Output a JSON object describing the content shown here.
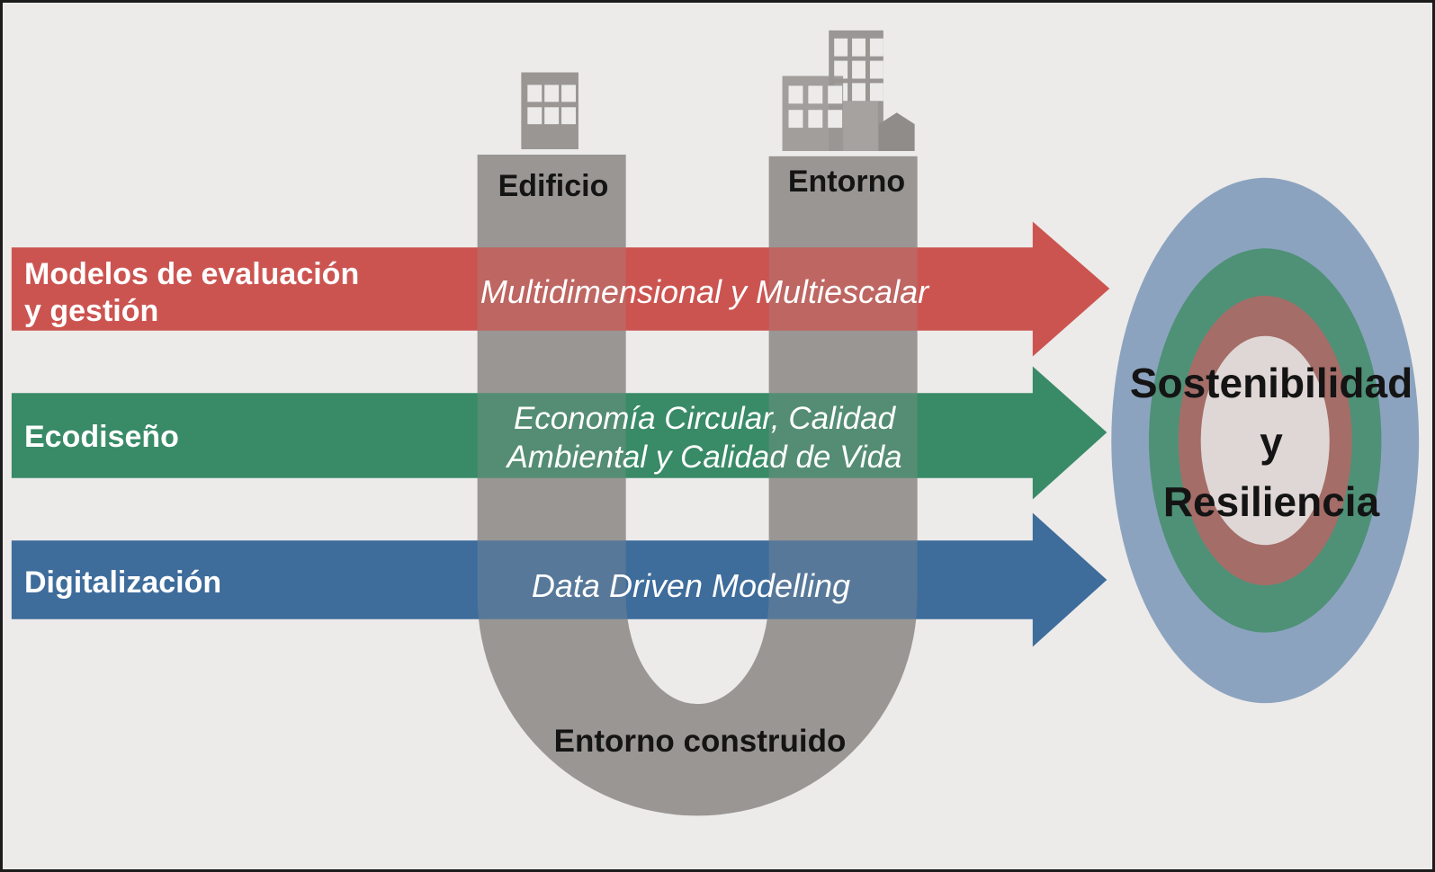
{
  "css_vars": {
    "bg": "#ECEBEA",
    "border": "#1C1C1C",
    "ink": "#141414",
    "u-gray": "#9A9693",
    "u-gray-light": "#A5A2A0",
    "u-gray-dark": "#8F8C89",
    "red": "#CC5450",
    "green": "#398A67",
    "blue": "#3E6C9B",
    "ring-blue": "#8CA3BF",
    "ring-green": "#4E9177",
    "ring-maroon": "#A56D68",
    "ring-core": "#DFD7D5"
  },
  "diagram": {
    "pillar_left_label": "Edificio",
    "pillar_right_label": "Entorno",
    "bottom_label": "Entorno construido",
    "arrows": [
      {
        "label": "Modelos de evaluación\ny gestión",
        "note": "Multidimensional y Multiescalar"
      },
      {
        "label": "Ecodiseño",
        "note": "Economía Circular, Calidad\nAmbiental y Calidad de Vida"
      },
      {
        "label": "Digitalización",
        "note": "Data Driven Modelling"
      }
    ],
    "target_title": "Sostenibilidad\ny\nResiliencia"
  }
}
